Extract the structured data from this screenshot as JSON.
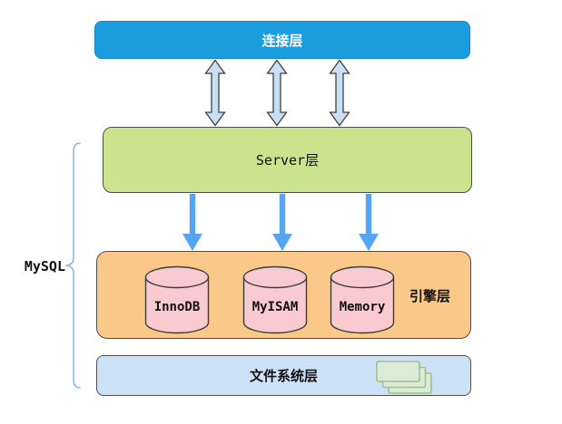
{
  "mysql_label": "MySQL",
  "layers": {
    "connection": {
      "label": "连接层"
    },
    "server": {
      "label": "Server层"
    },
    "engine": {
      "label": "引擎层",
      "engines": [
        {
          "name": "InnoDB"
        },
        {
          "name": "MyISAM"
        },
        {
          "name": "Memory"
        }
      ]
    },
    "filesystem": {
      "label": "文件系统层"
    }
  },
  "colors": {
    "connection_fill": "#1c9de0",
    "connection_border": "#1a85bd",
    "server_fill": "#c9e48c",
    "engine_fill": "#fac98a",
    "filesystem_fill": "#cde2f6",
    "box_border": "#4d4d4d",
    "cylinder_fill": "#f9cacf",
    "cylinder_border": "#3c3c3c",
    "double_arrow_fill": "#cadff5",
    "double_arrow_border": "#404040",
    "down_arrow_fill": "#56a5f3",
    "brace_color": "#8ab9e6",
    "paper_fill": "#dcebd5",
    "paper_border": "#9cc193"
  }
}
